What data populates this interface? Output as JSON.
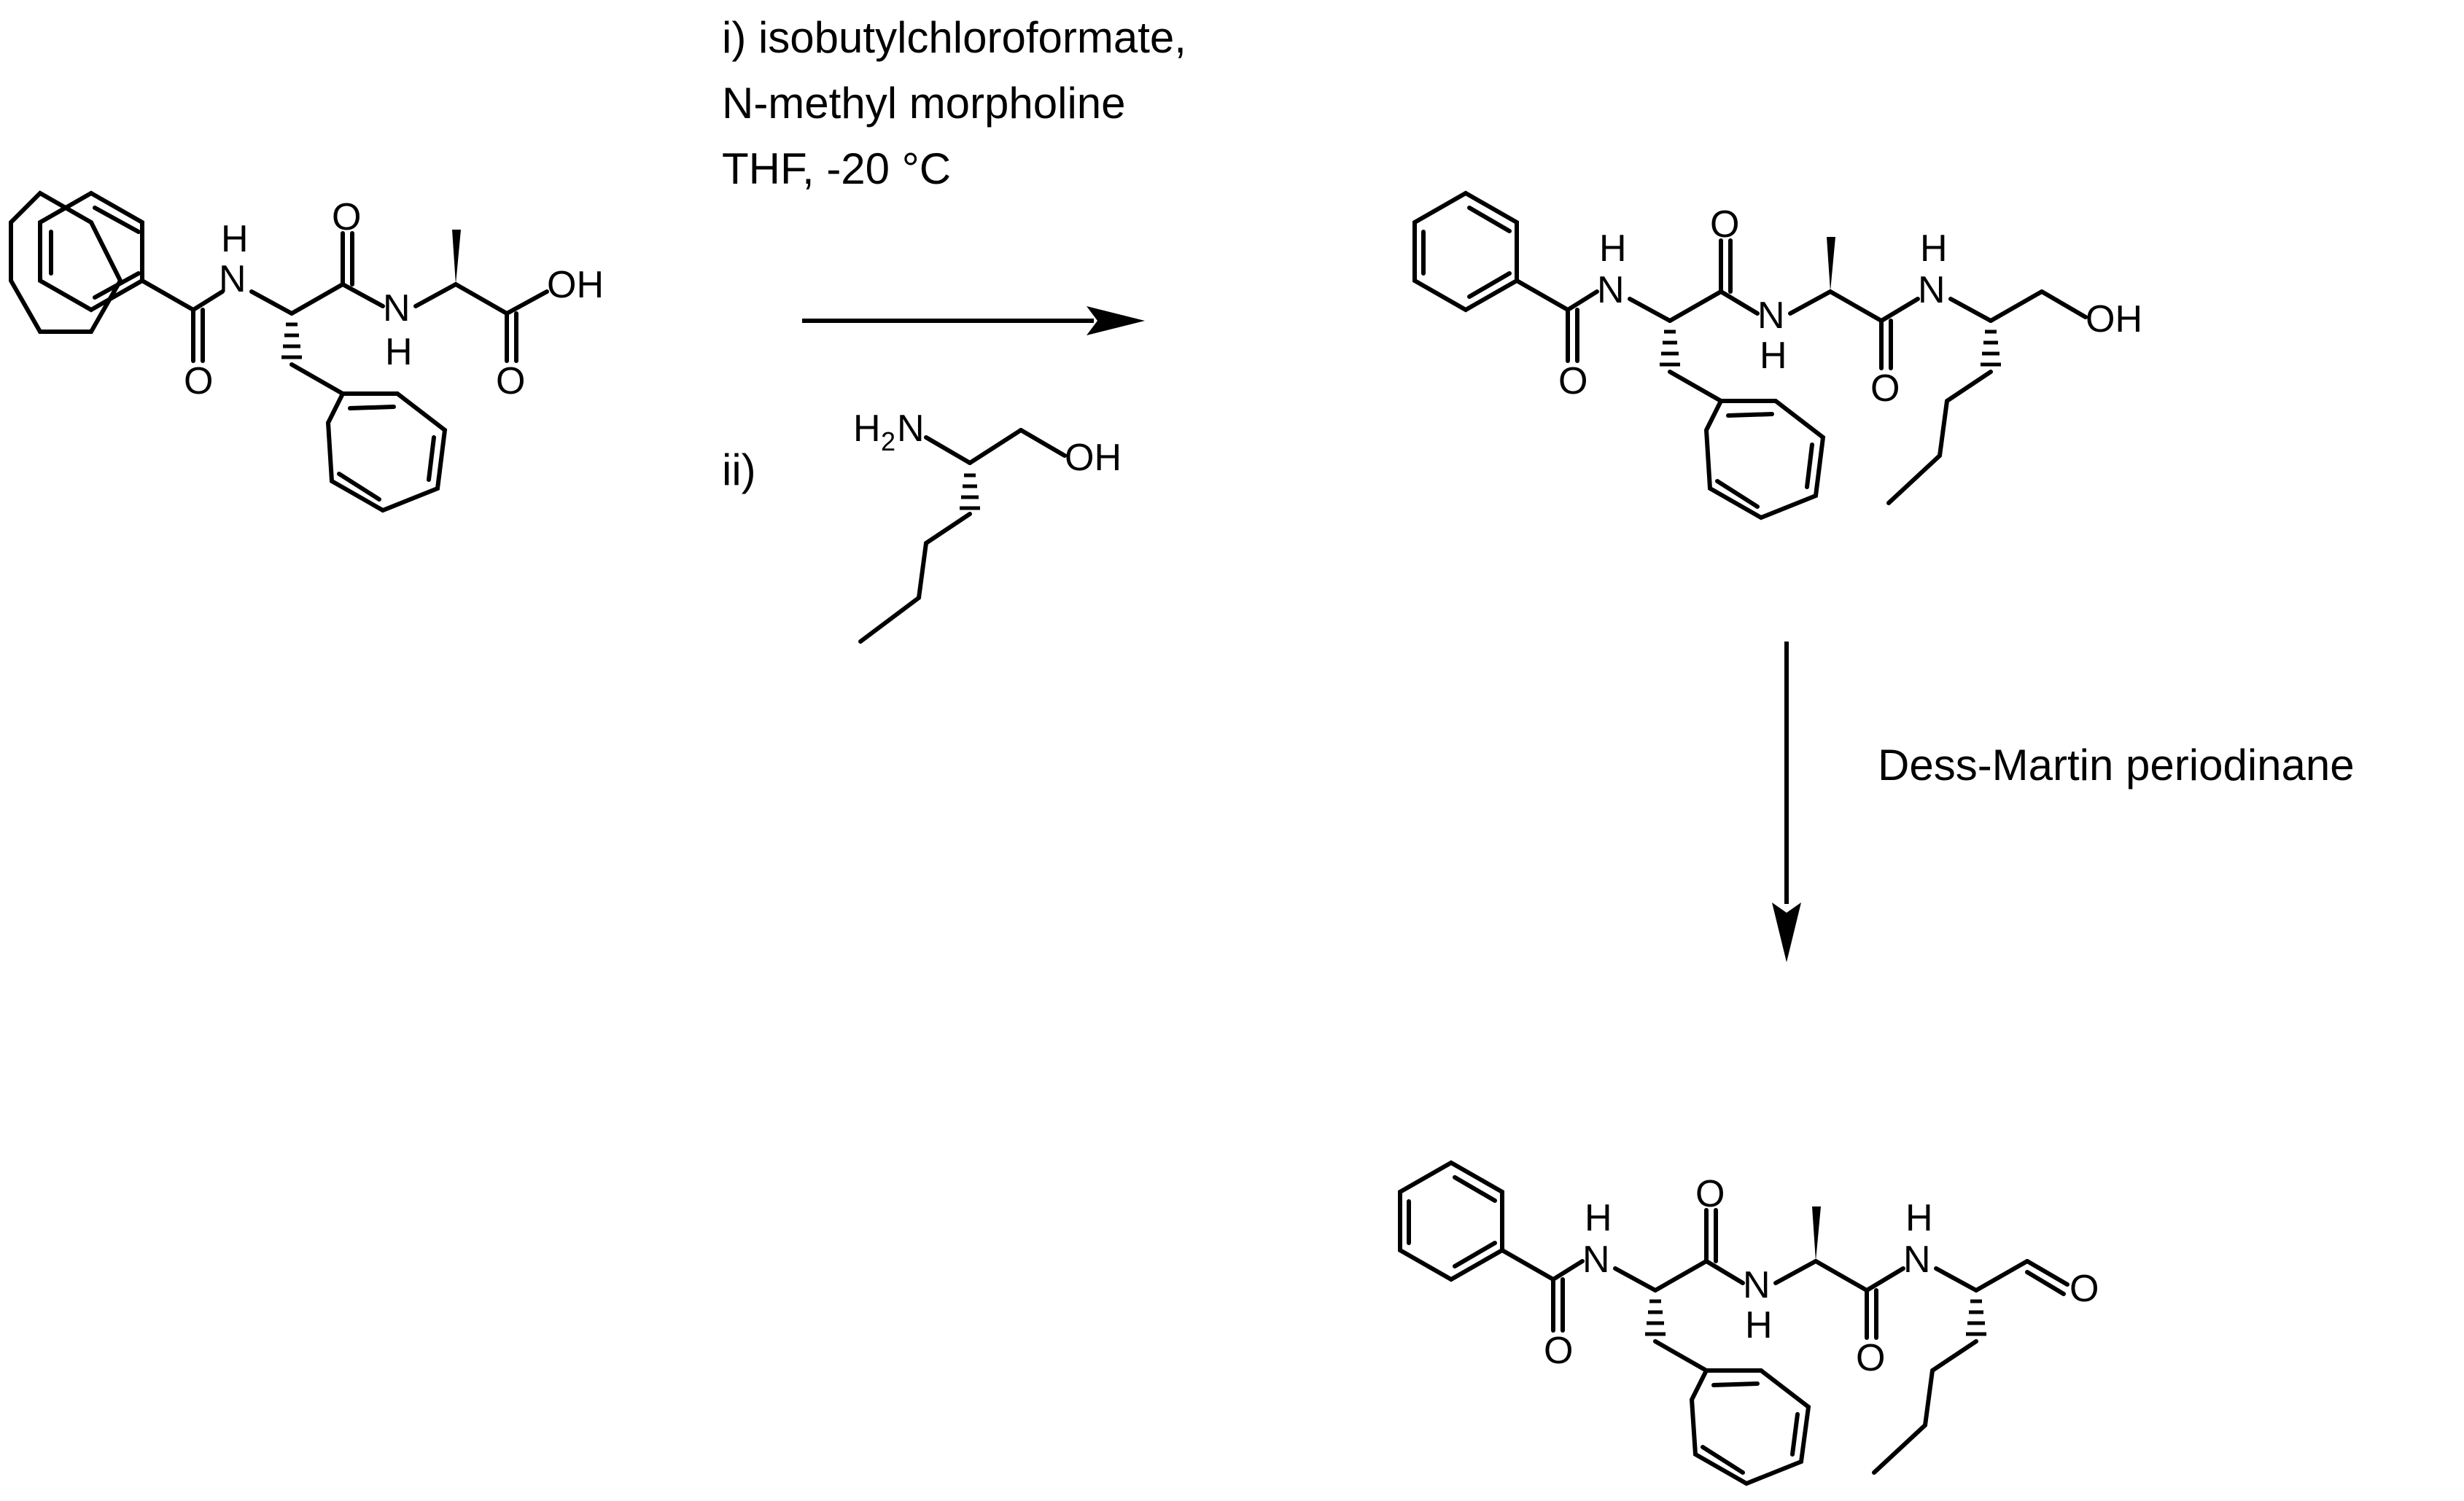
{
  "scheme": {
    "step1": {
      "reagent_i_line1": "i) isobutylchloroformate,",
      "reagent_i_line2": "N-methyl morpholine",
      "reagent_i_line3": "THF, -20 °C",
      "reagent_ii_label": "ii)"
    },
    "step2": {
      "reagent": "Dess-Martin periodinane"
    },
    "atoms": {
      "H": "H",
      "N": "N",
      "O": "O",
      "OH": "OH",
      "H2N_H": "H",
      "H2N_sub": "2",
      "H2N_N": "N"
    }
  }
}
